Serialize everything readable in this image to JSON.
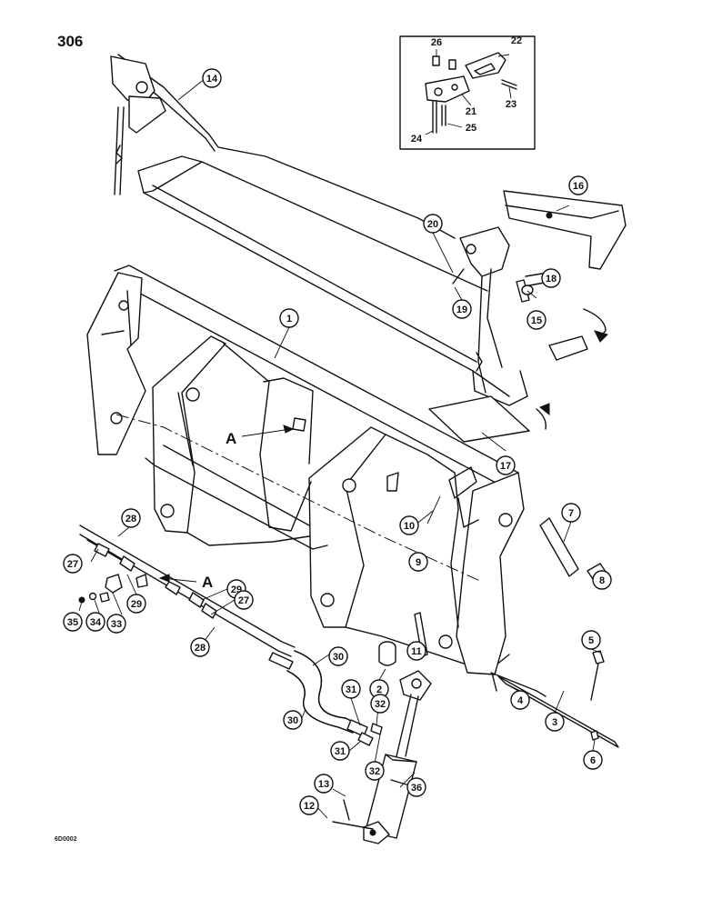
{
  "page_number": "306",
  "figure_code": "6D0002",
  "detail_letter": "A",
  "callouts": [
    "1",
    "2",
    "3",
    "4",
    "5",
    "6",
    "7",
    "8",
    "9",
    "10",
    "11",
    "12",
    "13",
    "14",
    "15",
    "16",
    "17",
    "18",
    "19",
    "20",
    "21",
    "22",
    "23",
    "24",
    "25",
    "26",
    "27",
    "28",
    "29",
    "30",
    "31",
    "32",
    "33",
    "34",
    "35",
    "36"
  ]
}
